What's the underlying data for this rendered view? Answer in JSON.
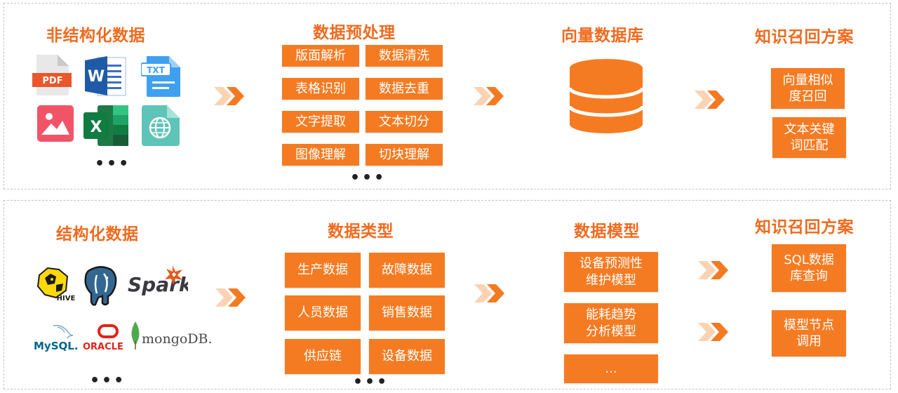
{
  "colors": {
    "accent": "#ef6b1f",
    "box": "#f57b22",
    "border": "#c4c4c4"
  },
  "top": {
    "col1": {
      "title": "非结构化数据",
      "icons": [
        "pdf-icon",
        "word-icon",
        "txt-icon",
        "image-icon",
        "excel-icon",
        "web-icon"
      ],
      "pdf_label": "PDF",
      "word_letter": "W",
      "txt_label": "TXT",
      "excel_letter": "X",
      "more": "•••"
    },
    "col2": {
      "title": "数据预处理",
      "items": [
        "版面解析",
        "数据清洗",
        "表格识别",
        "数据去重",
        "文字提取",
        "文本切分",
        "图像理解",
        "切块理解"
      ],
      "more": "•••"
    },
    "col3": {
      "title": "向量数据库",
      "icon": "database-icon"
    },
    "col4": {
      "title": "知识召回方案",
      "items": [
        "向量相似\n度召回",
        "文本关键\n词匹配"
      ]
    }
  },
  "bottom": {
    "col1": {
      "title": "结构化数据",
      "logos": {
        "hive": "HIVE",
        "spark": "Spark",
        "mysql": "MySQL.",
        "oracle": "ORACLE",
        "mongodb": "mongoDB."
      },
      "more": "•••"
    },
    "col2": {
      "title": "数据类型",
      "items": [
        "生产数据",
        "故障数据",
        "人员数据",
        "销售数据",
        "供应链",
        "设备数据"
      ],
      "more": "•••"
    },
    "col3": {
      "title": "数据模型",
      "items": [
        "设备预测性\n维护模型",
        "能耗趋势\n分析模型",
        "..."
      ]
    },
    "col4": {
      "title": "知识召回方案",
      "items": [
        "SQL数据\n库查询",
        "模型节点\n调用"
      ]
    }
  }
}
